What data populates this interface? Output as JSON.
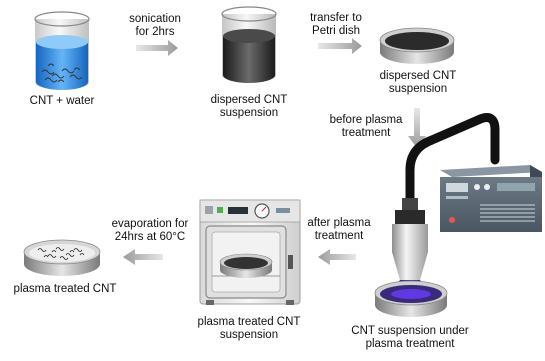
{
  "labels": {
    "cnt_water": "CNT + water",
    "sonication": "sonication\nfor 2hrs",
    "dispersed_1": "dispersed CNT\nsuspension",
    "transfer": "transfer to\nPetri dish",
    "dispersed_2": "dispersed CNT\nsuspension",
    "before_plasma": "before plasma\ntreatment",
    "under_plasma": "CNT suspension under\nplasma treatment",
    "after_plasma": "after plasma\ntreatment",
    "oven_result": "plasma treated CNT\nsuspension",
    "evaporation": "evaporation for\n24hrs at 60°C",
    "final": "plasma treated CNT"
  }
}
